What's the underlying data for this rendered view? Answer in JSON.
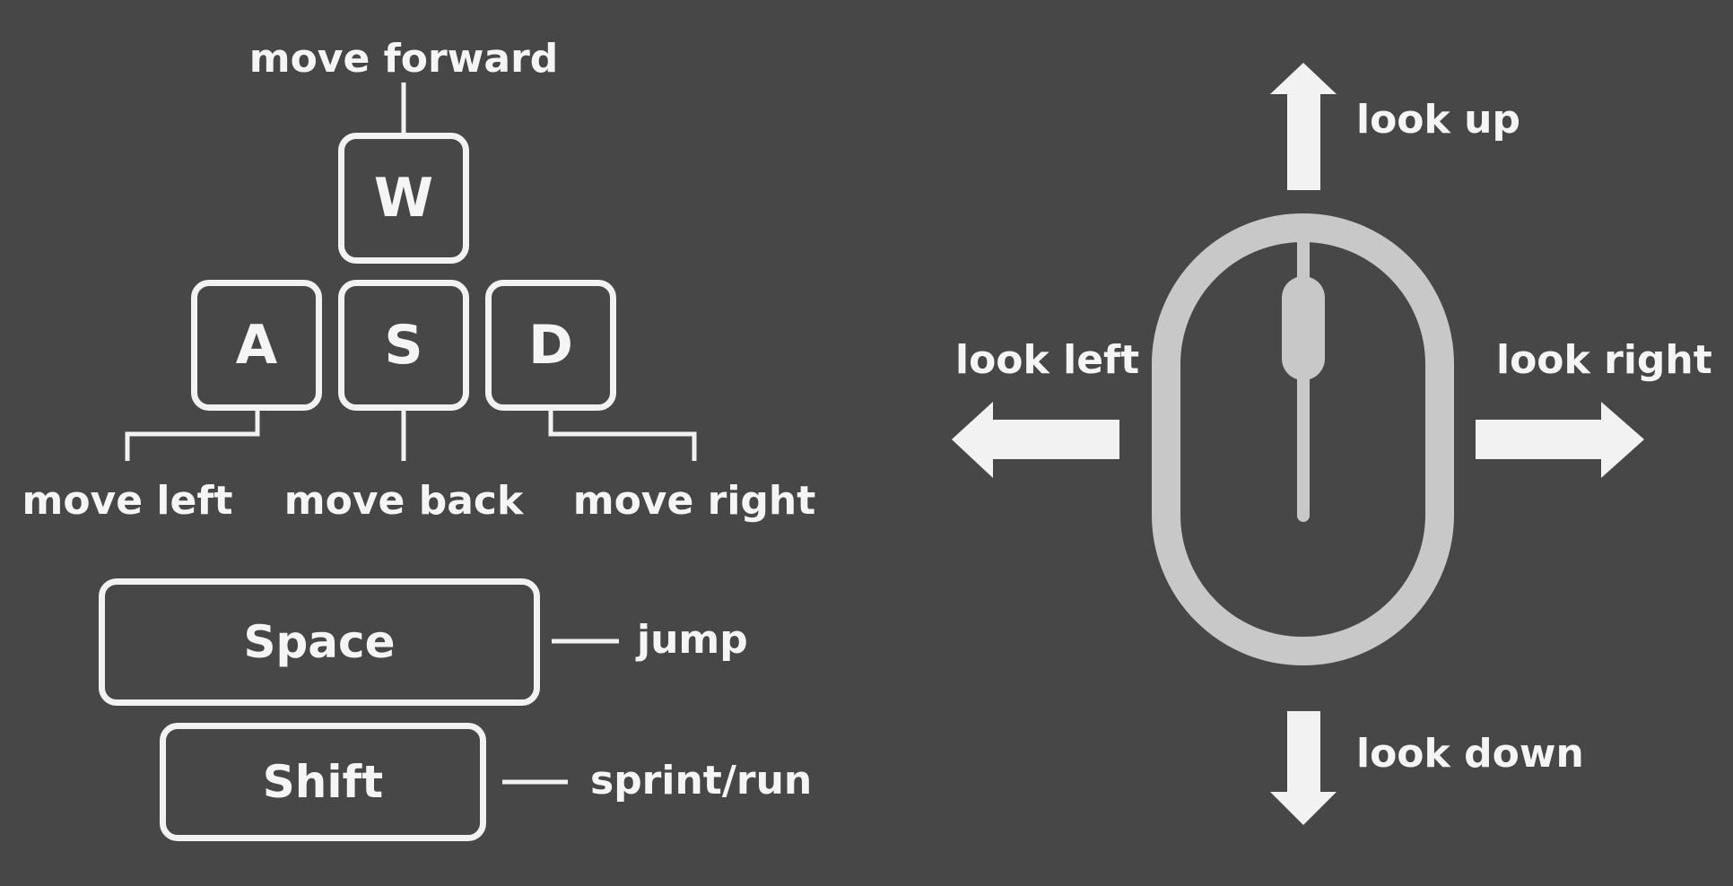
{
  "keyboard": {
    "keys": {
      "w": "W",
      "a": "A",
      "s": "S",
      "d": "D",
      "space": "Space",
      "shift": "Shift"
    },
    "labels": {
      "forward": "move forward",
      "left": "move left",
      "back": "move back",
      "right": "move right",
      "jump": "jump",
      "sprint": "sprint/run"
    }
  },
  "mouse": {
    "labels": {
      "up": "look up",
      "down": "look down",
      "left": "look left",
      "right": "look right"
    }
  },
  "colors": {
    "background": "#474747",
    "foreground": "#f2f2f2",
    "mouse_outline": "#c8c8c8"
  },
  "icons": [
    "mouse-icon",
    "arrow-up-icon",
    "arrow-down-icon",
    "arrow-left-icon",
    "arrow-right-icon"
  ]
}
